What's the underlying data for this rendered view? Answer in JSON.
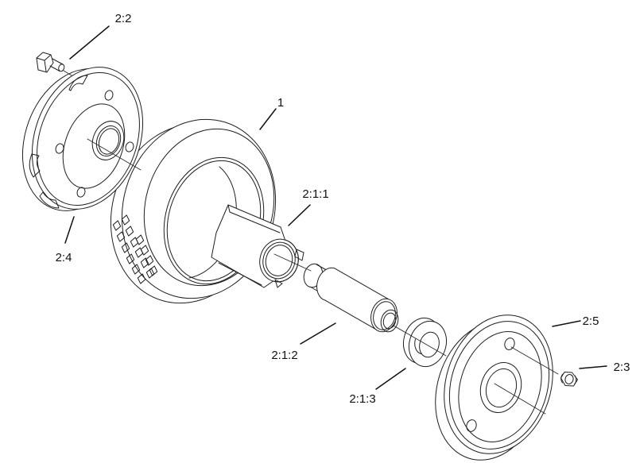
{
  "figure": {
    "type": "exploded-parts-diagram",
    "background_color": "#ffffff",
    "line_color": "#1f1f1f",
    "callouts": [
      {
        "label": "2:2"
      },
      {
        "label": "2:4"
      },
      {
        "label": "1"
      },
      {
        "label": "2:1:1"
      },
      {
        "label": "2:1:2"
      },
      {
        "label": "2:1:3"
      },
      {
        "label": "2:5"
      },
      {
        "label": "2:3"
      }
    ]
  }
}
